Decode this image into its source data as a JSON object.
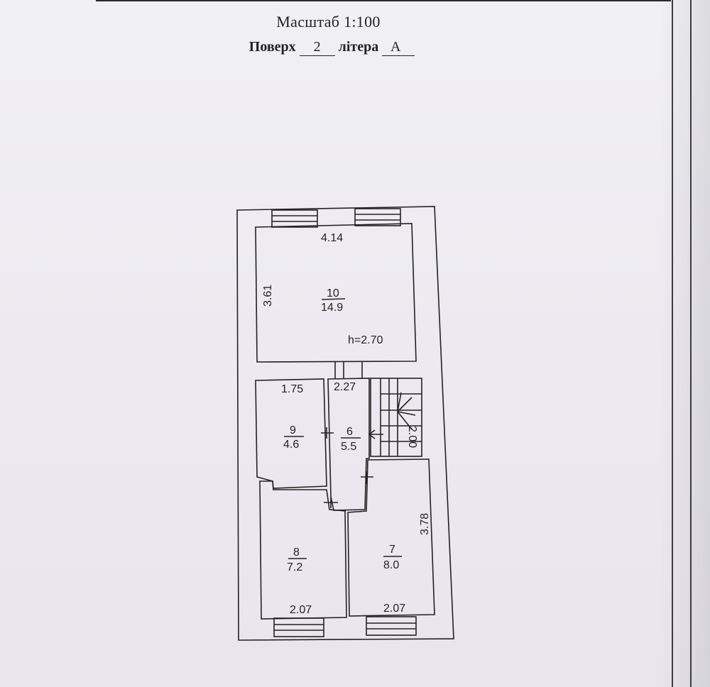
{
  "header": {
    "scale_label": "Масштаб 1:100",
    "floor_word": "Поверх",
    "floor_number": "2",
    "letter_word": "літера",
    "letter_value": "А"
  },
  "plan": {
    "height_note": "h=2.70",
    "rooms": [
      {
        "id": "room-10",
        "number": "10",
        "area": "14.9",
        "width_dim": "4.14",
        "side_dim": "3.61"
      },
      {
        "id": "room-9",
        "number": "9",
        "area": "4.6",
        "width_dim": "1.75"
      },
      {
        "id": "room-6",
        "number": "6",
        "area": "5.5",
        "width_dim": "2.27"
      },
      {
        "id": "room-8",
        "number": "8",
        "area": "7.2",
        "width_dim": "2.07"
      },
      {
        "id": "room-7",
        "number": "7",
        "area": "8.0",
        "width_dim": "2.07",
        "side_dim": "3.78"
      }
    ],
    "stair_width": "2.00"
  }
}
